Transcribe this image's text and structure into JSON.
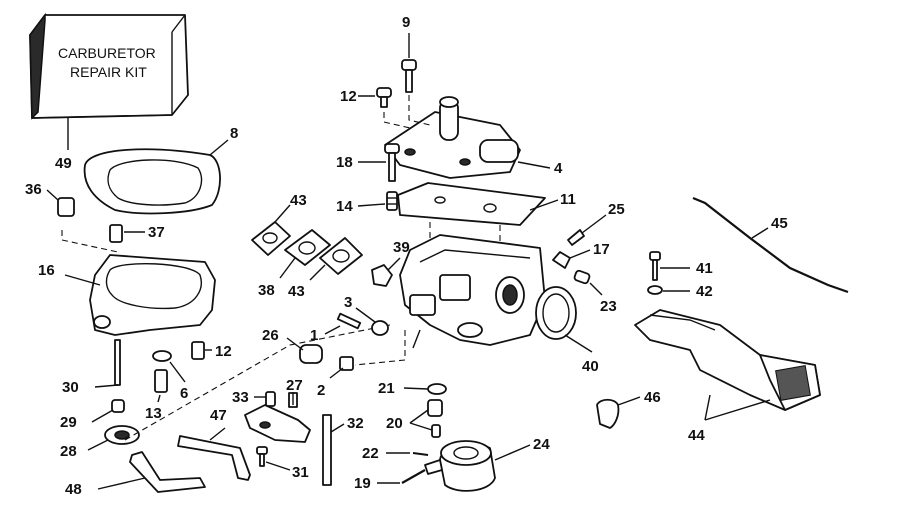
{
  "kit": {
    "line1": "CARBURETOR",
    "line2": "REPAIR KIT"
  },
  "callouts": {
    "c1": "1",
    "c2": "2",
    "c3": "3",
    "c4": "4",
    "c6": "6",
    "c8": "8",
    "c9": "9",
    "c11": "11",
    "c12a": "12",
    "c12b": "12",
    "c13": "13",
    "c14": "14",
    "c16": "16",
    "c17": "17",
    "c18": "18",
    "c19": "19",
    "c20": "20",
    "c21": "21",
    "c22": "22",
    "c23": "23",
    "c24": "24",
    "c25": "25",
    "c26": "26",
    "c27": "27",
    "c28": "28",
    "c29": "29",
    "c30": "30",
    "c31": "31",
    "c32": "32",
    "c33": "33",
    "c36": "36",
    "c37": "37",
    "c38": "38",
    "c39": "39",
    "c40": "40",
    "c41": "41",
    "c42": "42",
    "c43a": "43",
    "c43b": "43",
    "c44": "44",
    "c45": "45",
    "c46": "46",
    "c47": "47",
    "c48": "48",
    "c49": "49"
  }
}
